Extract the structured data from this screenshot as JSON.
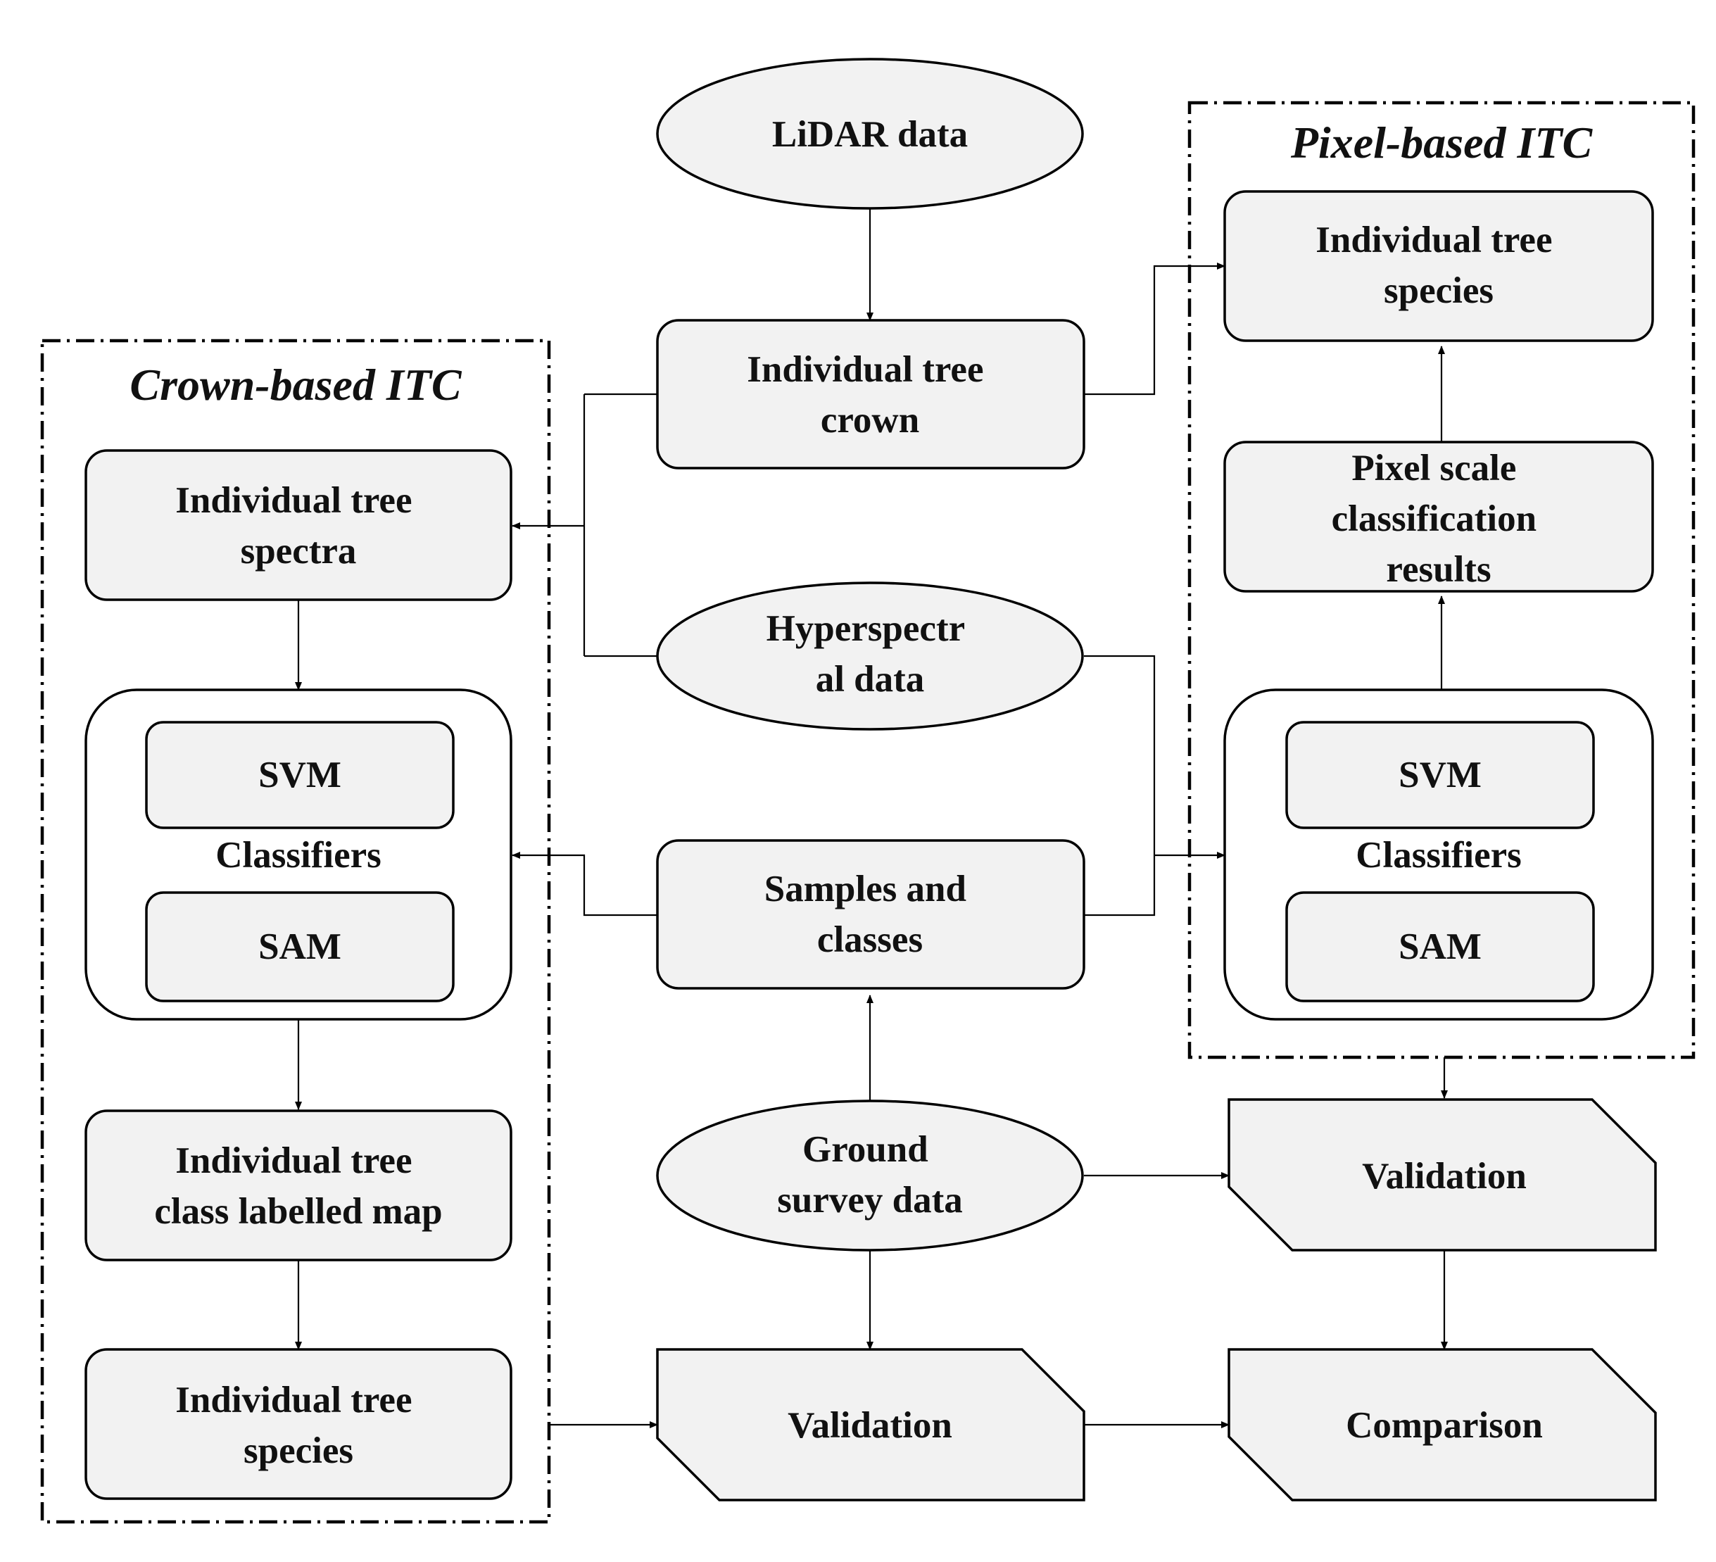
{
  "groups": {
    "crown": {
      "title": "Crown-based ITC"
    },
    "pixel": {
      "title": "Pixel-based ITC"
    }
  },
  "nodes": {
    "lidar": {
      "lines": [
        "LiDAR data"
      ]
    },
    "itc_crown": {
      "lines": [
        "Individual tree",
        "crown"
      ]
    },
    "hyper": {
      "lines": [
        "Hyperspectr",
        "al data"
      ]
    },
    "samples": {
      "lines": [
        "Samples and",
        "classes"
      ]
    },
    "ground": {
      "lines": [
        "Ground",
        "survey data"
      ]
    },
    "val_center": {
      "lines": [
        "Validation"
      ]
    },
    "comparison": {
      "lines": [
        "Comparison"
      ]
    },
    "val_right": {
      "lines": [
        "Validation"
      ]
    },
    "crown_spectra": {
      "lines": [
        "Individual tree",
        "spectra"
      ]
    },
    "crown_classifiers": {
      "lines": [
        "Classifiers"
      ]
    },
    "crown_svm": {
      "lines": [
        "SVM"
      ]
    },
    "crown_sam": {
      "lines": [
        "SAM"
      ]
    },
    "crown_map": {
      "lines": [
        "Individual tree",
        "class labelled map"
      ]
    },
    "crown_species": {
      "lines": [
        "Individual tree",
        "species"
      ]
    },
    "pixel_species": {
      "lines": [
        "Individual tree",
        "species"
      ]
    },
    "pixel_results": {
      "lines": [
        "Pixel scale",
        "classification",
        "results"
      ]
    },
    "pixel_classifiers": {
      "lines": [
        "Classifiers"
      ]
    },
    "pixel_svm": {
      "lines": [
        "SVM"
      ]
    },
    "pixel_sam": {
      "lines": [
        "SAM"
      ]
    }
  }
}
